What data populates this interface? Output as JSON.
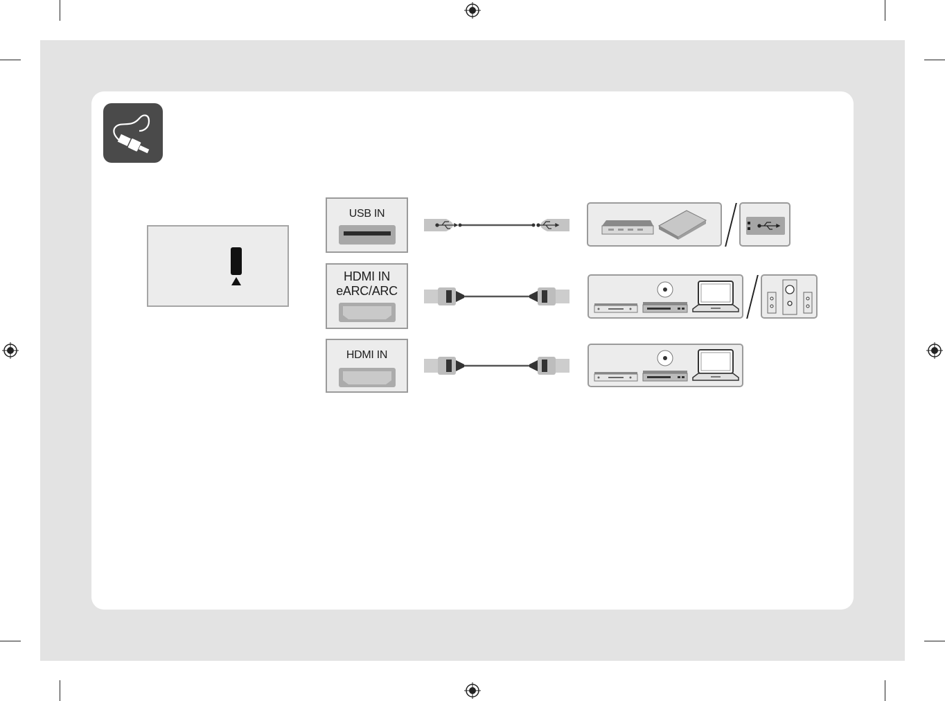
{
  "ports": [
    {
      "label_lines": [
        "USB IN"
      ],
      "type": "usb"
    },
    {
      "label_lines": [
        "HDMI IN",
        "eARC/ARC"
      ],
      "type": "hdmi"
    },
    {
      "label_lines": [
        "HDMI IN"
      ],
      "type": "hdmi"
    }
  ],
  "icons": {
    "connection": "cable-plug-icon",
    "registration": "registration-mark-icon",
    "usb_symbol": "usb-symbol-icon",
    "hdmi_plug": "hdmi-plug-icon"
  },
  "colors": {
    "page_background": "#e3e3e3",
    "card_background": "#ffffff",
    "icon_tile": "#4a4a4a",
    "port_fill": "#ececec",
    "port_border": "#9a9a9a",
    "device_gray": "#b5b5b5"
  }
}
